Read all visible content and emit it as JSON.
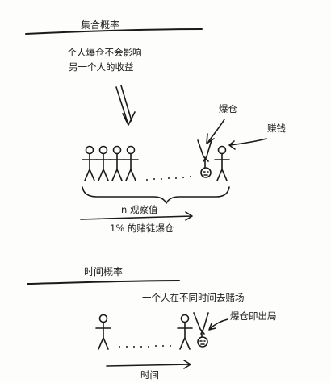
{
  "ensemble": {
    "title": "集合概率",
    "note_line1": "一个人爆仓不会影响",
    "note_line2": "另一个人的收益",
    "label_bust": "爆仓",
    "label_profit": "赚钱",
    "label_n": "n 观察值",
    "label_rate": "1% 的赌徒爆仓"
  },
  "time": {
    "title": "时间概率",
    "note": "一个人在不同时间去赌场",
    "label_bust": "爆仓即出局",
    "label_axis": "时间"
  }
}
